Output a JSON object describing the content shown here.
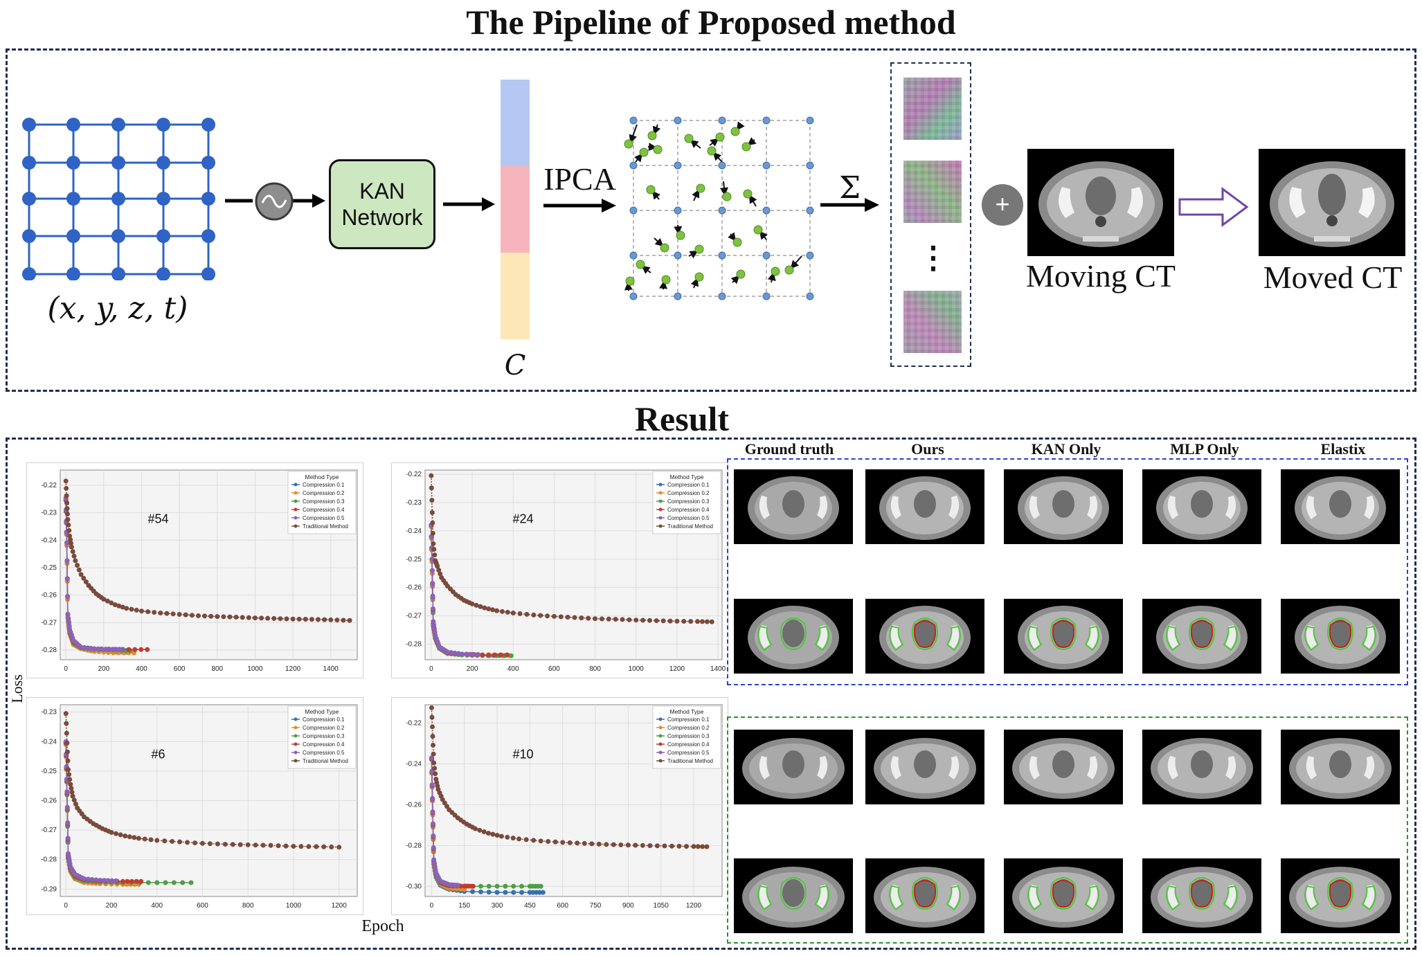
{
  "pipeline": {
    "title": "The Pipeline of Proposed method",
    "input_label": "(x, y, z, t)",
    "network_label_line1": "KAN",
    "network_label_line2": "Network",
    "coefficient_label": "C",
    "ipca_label": "IPCA",
    "sum_label": "Σ",
    "plus_label": "+",
    "moving_label": "Moving CT",
    "moved_label": "Moved CT",
    "ellipsis_label": "⋮",
    "colors": {
      "grid_node": "#2f63c6",
      "kan_box": "#cde8c0",
      "coef_blue": "#b4c8f3",
      "coef_red": "#f6b5bb",
      "coef_yellow": "#fde7b6",
      "displaced_point": "#7fc241",
      "grid_point": "#6b98d1"
    },
    "icons": {
      "encoding": "sine-wave-icon",
      "arrow": "right-arrow-icon",
      "moved_arrow": "hollow-right-arrow-icon"
    }
  },
  "result": {
    "title": "Result",
    "y_axis_label": "Loss",
    "x_axis_label": "Epoch",
    "columns": [
      "Ground truth",
      "Ours",
      "KAN Only",
      "MLP Only",
      "Elastix"
    ],
    "group_colors": {
      "top": "#2a3fd1",
      "bottom": "#2f8f2f",
      "contour_green": "#4ec83a",
      "contour_red": "#c62020"
    }
  },
  "chart_data": [
    {
      "type": "line",
      "title": "#54",
      "legend_title": "Method Type",
      "legend_placement": "top-right",
      "grid": true,
      "xticks": [
        0,
        200,
        400,
        600,
        800,
        1000,
        1200,
        1400
      ],
      "yticks": [
        -0.22,
        -0.23,
        -0.24,
        -0.25,
        -0.26,
        -0.27,
        -0.28
      ],
      "xlim": [
        -30,
        1540
      ],
      "ylim": [
        -0.2835,
        -0.2145
      ],
      "series": [
        {
          "name": "Compression 0.1",
          "color": "#3a6fb0",
          "x": [
            0,
            5,
            10,
            20,
            40,
            80,
            150,
            250,
            320
          ],
          "y": [
            -0.2255,
            -0.242,
            -0.268,
            -0.274,
            -0.2775,
            -0.2795,
            -0.2805,
            -0.2807,
            -0.2808
          ]
        },
        {
          "name": "Compression 0.2",
          "color": "#e68a2e",
          "x": [
            0,
            5,
            10,
            20,
            40,
            80,
            150,
            250,
            360
          ],
          "y": [
            -0.2245,
            -0.242,
            -0.268,
            -0.274,
            -0.278,
            -0.2795,
            -0.2805,
            -0.281,
            -0.281
          ]
        },
        {
          "name": "Compression 0.3",
          "color": "#4f9e45",
          "x": [
            0,
            5,
            10,
            20,
            40,
            80,
            150,
            250,
            340
          ],
          "y": [
            -0.2255,
            -0.241,
            -0.267,
            -0.2735,
            -0.2775,
            -0.2792,
            -0.2798,
            -0.28,
            -0.2802
          ]
        },
        {
          "name": "Compression 0.4",
          "color": "#c23b2e",
          "x": [
            0,
            5,
            10,
            20,
            40,
            80,
            150,
            300,
            430
          ],
          "y": [
            -0.2255,
            -0.241,
            -0.267,
            -0.273,
            -0.277,
            -0.279,
            -0.2795,
            -0.2798,
            -0.2798
          ]
        },
        {
          "name": "Compression 0.5",
          "color": "#8a62b8",
          "x": [
            0,
            5,
            10,
            20,
            40,
            80,
            150,
            230,
            300
          ],
          "y": [
            -0.225,
            -0.241,
            -0.267,
            -0.2725,
            -0.2765,
            -0.279,
            -0.2795,
            -0.2797,
            -0.2797
          ]
        },
        {
          "name": "Traditional Method",
          "color": "#7a4a3c",
          "x": [
            0,
            5,
            10,
            20,
            30,
            50,
            80,
            120,
            160,
            200,
            260,
            320,
            400,
            500,
            600,
            700,
            800,
            900,
            1000,
            1100,
            1200,
            1300,
            1400,
            1500
          ],
          "y": [
            -0.2185,
            -0.2265,
            -0.2325,
            -0.2385,
            -0.2425,
            -0.2475,
            -0.2525,
            -0.2565,
            -0.2595,
            -0.2615,
            -0.2635,
            -0.2648,
            -0.2658,
            -0.2665,
            -0.267,
            -0.2675,
            -0.2678,
            -0.268,
            -0.2683,
            -0.2685,
            -0.2687,
            -0.2688,
            -0.269,
            -0.2692
          ]
        }
      ]
    },
    {
      "type": "line",
      "title": "#24",
      "legend_title": "Method Type",
      "legend_placement": "top-right",
      "grid": true,
      "xticks": [
        0,
        200,
        400,
        600,
        800,
        1000,
        1200,
        1400
      ],
      "yticks": [
        -0.22,
        -0.23,
        -0.24,
        -0.25,
        -0.26,
        -0.27,
        -0.28
      ],
      "xlim": [
        -30,
        1420
      ],
      "ylim": [
        -0.2855,
        -0.2185
      ],
      "series": [
        {
          "name": "Compression 0.1",
          "color": "#3a6fb0",
          "x": [
            0,
            5,
            10,
            20,
            40,
            80,
            150,
            250,
            360
          ],
          "y": [
            -0.2385,
            -0.255,
            -0.2735,
            -0.278,
            -0.2815,
            -0.2833,
            -0.2838,
            -0.284,
            -0.284
          ]
        },
        {
          "name": "Compression 0.2",
          "color": "#e68a2e",
          "x": [
            0,
            5,
            10,
            20,
            40,
            80,
            150,
            250,
            380
          ],
          "y": [
            -0.2385,
            -0.255,
            -0.273,
            -0.278,
            -0.2815,
            -0.2833,
            -0.2838,
            -0.284,
            -0.284
          ]
        },
        {
          "name": "Compression 0.3",
          "color": "#4f9e45",
          "x": [
            0,
            5,
            10,
            20,
            40,
            80,
            150,
            250,
            390
          ],
          "y": [
            -0.238,
            -0.254,
            -0.273,
            -0.278,
            -0.2815,
            -0.2833,
            -0.2838,
            -0.284,
            -0.2841
          ]
        },
        {
          "name": "Compression 0.4",
          "color": "#c23b2e",
          "x": [
            0,
            5,
            10,
            20,
            40,
            80,
            150,
            250,
            370
          ],
          "y": [
            -0.238,
            -0.254,
            -0.2725,
            -0.2775,
            -0.281,
            -0.283,
            -0.2835,
            -0.2838,
            -0.2838
          ]
        },
        {
          "name": "Compression 0.5",
          "color": "#8a62b8",
          "x": [
            0,
            5,
            10,
            20,
            40,
            80,
            150,
            230
          ],
          "y": [
            -0.238,
            -0.254,
            -0.272,
            -0.277,
            -0.281,
            -0.2828,
            -0.2835,
            -0.2837
          ]
        },
        {
          "name": "Traditional Method",
          "color": "#7a4a3c",
          "x": [
            0,
            5,
            10,
            20,
            30,
            50,
            80,
            120,
            160,
            200,
            260,
            320,
            400,
            500,
            600,
            700,
            800,
            900,
            1000,
            1100,
            1200,
            1300,
            1370
          ],
          "y": [
            -0.2205,
            -0.2335,
            -0.2445,
            -0.2505,
            -0.2525,
            -0.2565,
            -0.2595,
            -0.2625,
            -0.2645,
            -0.2658,
            -0.2672,
            -0.2682,
            -0.269,
            -0.2697,
            -0.2702,
            -0.2706,
            -0.271,
            -0.2712,
            -0.2715,
            -0.2717,
            -0.2719,
            -0.272,
            -0.2721
          ]
        }
      ]
    },
    {
      "type": "line",
      "title": "#6",
      "legend_title": "Method Type",
      "legend_placement": "top-right",
      "grid": true,
      "xticks": [
        0,
        200,
        400,
        600,
        800,
        1000,
        1200
      ],
      "yticks": [
        -0.23,
        -0.24,
        -0.25,
        -0.26,
        -0.27,
        -0.28,
        -0.29
      ],
      "xlim": [
        -25,
        1280
      ],
      "ylim": [
        -0.2925,
        -0.2275
      ],
      "series": [
        {
          "name": "Compression 0.1",
          "color": "#3a6fb0",
          "x": [
            0,
            5,
            10,
            20,
            40,
            80,
            150,
            250,
            300
          ],
          "y": [
            -0.2405,
            -0.258,
            -0.2795,
            -0.284,
            -0.2865,
            -0.2875,
            -0.288,
            -0.2882,
            -0.2882
          ]
        },
        {
          "name": "Compression 0.2",
          "color": "#e68a2e",
          "x": [
            0,
            5,
            10,
            20,
            40,
            80,
            150,
            250,
            320
          ],
          "y": [
            -0.241,
            -0.258,
            -0.279,
            -0.284,
            -0.2865,
            -0.2878,
            -0.2882,
            -0.2884,
            -0.2884
          ]
        },
        {
          "name": "Compression 0.3",
          "color": "#4f9e45",
          "x": [
            0,
            5,
            10,
            20,
            40,
            80,
            150,
            250,
            400,
            550
          ],
          "y": [
            -0.2405,
            -0.258,
            -0.279,
            -0.2835,
            -0.286,
            -0.2872,
            -0.2876,
            -0.2878,
            -0.2878,
            -0.2878
          ]
        },
        {
          "name": "Compression 0.4",
          "color": "#c23b2e",
          "x": [
            0,
            5,
            10,
            20,
            40,
            80,
            150,
            250,
            330
          ],
          "y": [
            -0.2405,
            -0.2575,
            -0.2785,
            -0.283,
            -0.2855,
            -0.2868,
            -0.2872,
            -0.2874,
            -0.2874
          ]
        },
        {
          "name": "Compression 0.5",
          "color": "#8a62b8",
          "x": [
            0,
            5,
            10,
            20,
            40,
            80,
            150,
            220
          ],
          "y": [
            -0.24,
            -0.257,
            -0.278,
            -0.2825,
            -0.285,
            -0.2865,
            -0.287,
            -0.2872
          ]
        },
        {
          "name": "Traditional Method",
          "color": "#7a4a3c",
          "x": [
            0,
            5,
            10,
            20,
            30,
            50,
            80,
            120,
            160,
            200,
            260,
            320,
            400,
            500,
            600,
            700,
            800,
            900,
            1000,
            1100,
            1200
          ],
          "y": [
            -0.2305,
            -0.2405,
            -0.2495,
            -0.2545,
            -0.2585,
            -0.2625,
            -0.2655,
            -0.2678,
            -0.2695,
            -0.2708,
            -0.272,
            -0.2728,
            -0.2735,
            -0.274,
            -0.2745,
            -0.2748,
            -0.275,
            -0.2752,
            -0.2755,
            -0.2756,
            -0.2758
          ]
        }
      ]
    },
    {
      "type": "line",
      "title": "#10",
      "legend_title": "Method Type",
      "legend_placement": "top-right",
      "grid": true,
      "xticks": [
        0,
        150,
        300,
        450,
        600,
        750,
        900,
        1050,
        1200
      ],
      "yticks": [
        -0.22,
        -0.24,
        -0.26,
        -0.28,
        -0.3
      ],
      "xlim": [
        -30,
        1330
      ],
      "ylim": [
        -0.305,
        -0.211
      ],
      "series": [
        {
          "name": "Compression 0.1",
          "color": "#3a6fb0",
          "x": [
            0,
            5,
            10,
            20,
            40,
            80,
            150,
            300,
            450,
            510
          ],
          "y": [
            -0.2375,
            -0.265,
            -0.289,
            -0.2955,
            -0.2995,
            -0.3015,
            -0.3025,
            -0.303,
            -0.303,
            -0.303
          ]
        },
        {
          "name": "Compression 0.2",
          "color": "#e68a2e",
          "x": [
            0,
            5,
            10,
            20,
            40,
            80,
            150
          ],
          "y": [
            -0.238,
            -0.265,
            -0.2885,
            -0.295,
            -0.299,
            -0.301,
            -0.3015
          ]
        },
        {
          "name": "Compression 0.3",
          "color": "#4f9e45",
          "x": [
            0,
            5,
            10,
            20,
            40,
            80,
            150,
            300,
            450,
            500
          ],
          "y": [
            -0.2375,
            -0.264,
            -0.288,
            -0.2945,
            -0.2985,
            -0.2998,
            -0.3,
            -0.3,
            -0.3,
            -0.3
          ]
        },
        {
          "name": "Compression 0.4",
          "color": "#c23b2e",
          "x": [
            0,
            5,
            10,
            20,
            40,
            80,
            150,
            190
          ],
          "y": [
            -0.2375,
            -0.264,
            -0.2875,
            -0.294,
            -0.298,
            -0.2998,
            -0.2999,
            -0.3
          ]
        },
        {
          "name": "Compression 0.5",
          "color": "#8a62b8",
          "x": [
            0,
            5,
            10,
            20,
            40,
            80,
            120
          ],
          "y": [
            -0.237,
            -0.2635,
            -0.287,
            -0.2935,
            -0.2975,
            -0.2992,
            -0.2995
          ]
        },
        {
          "name": "Traditional Method",
          "color": "#7a4a3c",
          "x": [
            0,
            5,
            10,
            20,
            30,
            50,
            80,
            120,
            160,
            200,
            260,
            320,
            400,
            500,
            600,
            700,
            800,
            900,
            1000,
            1100,
            1200,
            1260
          ],
          "y": [
            -0.2125,
            -0.2265,
            -0.2395,
            -0.2475,
            -0.2525,
            -0.2575,
            -0.2625,
            -0.2665,
            -0.2695,
            -0.2718,
            -0.274,
            -0.2755,
            -0.2768,
            -0.2778,
            -0.2785,
            -0.279,
            -0.2795,
            -0.2798,
            -0.2801,
            -0.2803,
            -0.2805,
            -0.2806
          ]
        }
      ]
    }
  ]
}
